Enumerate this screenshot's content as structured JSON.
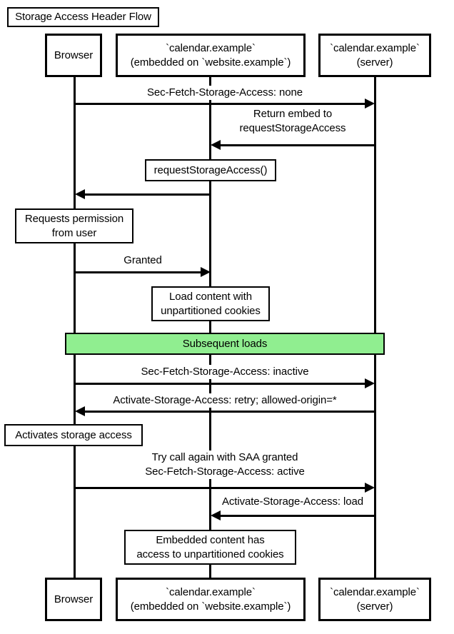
{
  "title": "Storage Access Header Flow",
  "colors": {
    "stroke": "#000000",
    "fill": "#ffffff",
    "highlight": "#90ee90",
    "text": "#000000"
  },
  "actors": [
    {
      "id": "browser",
      "lines": [
        "Browser"
      ]
    },
    {
      "id": "embedded",
      "lines": [
        "`calendar.example`",
        "(embedded on `website.example`)"
      ]
    },
    {
      "id": "server",
      "lines": [
        "`calendar.example`",
        "(server)"
      ]
    }
  ],
  "divider": {
    "label": "Subsequent loads"
  },
  "messages": [
    {
      "from": "browser",
      "to": "server",
      "direction": "right",
      "label": "Sec-Fetch-Storage-Access: none"
    },
    {
      "from": "server",
      "to": "embedded",
      "direction": "left",
      "lines": [
        "Return embed to",
        "requestStorageAccess"
      ]
    },
    {
      "from": "embedded",
      "to": "browser",
      "direction": "left",
      "label": ""
    },
    {
      "from": "browser",
      "to": "embedded",
      "direction": "right",
      "label": "Granted"
    },
    {
      "from": "browser",
      "to": "server",
      "direction": "right",
      "label": "Sec-Fetch-Storage-Access: inactive"
    },
    {
      "from": "server",
      "to": "browser",
      "direction": "left",
      "label": "Activate-Storage-Access: retry; allowed-origin=*"
    },
    {
      "from": "browser",
      "to": "server",
      "direction": "right",
      "lines": [
        "Try call again with SAA granted",
        "Sec-Fetch-Storage-Access: active"
      ]
    },
    {
      "from": "server",
      "to": "embedded",
      "direction": "left",
      "label": "Activate-Storage-Access: load"
    }
  ],
  "notes": [
    {
      "over": "embedded",
      "label": "requestStorageAccess()"
    },
    {
      "over": "browser",
      "lines": [
        "Requests permission",
        "from user"
      ]
    },
    {
      "over": "embedded",
      "lines": [
        "Load content with",
        "unpartitioned cookies"
      ]
    },
    {
      "over": "browser",
      "label": "Activates storage access"
    },
    {
      "over": "embedded",
      "lines": [
        "Embedded content has",
        "access to unpartitioned cookies"
      ]
    }
  ]
}
